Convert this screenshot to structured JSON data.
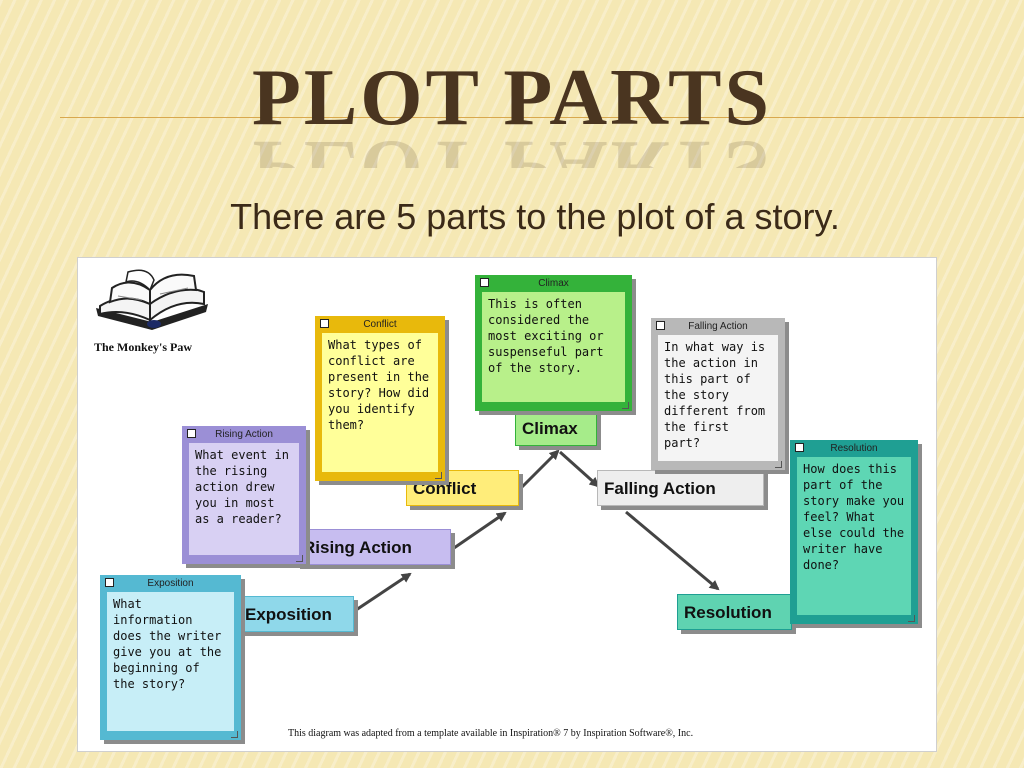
{
  "slide": {
    "title": "PLOT PARTS",
    "subtitle": "There are 5 parts to the plot of a story."
  },
  "diagram": {
    "book_caption": "The Monkey's Paw",
    "footnote": "This diagram was adapted from a template available in Inspiration® 7 by Inspiration Software®, Inc.",
    "stages": [
      {
        "label": "Exposition",
        "note_title": "Exposition",
        "note_text": "What information does the writer give you at the beginning of the story?",
        "color": "#8fd8ea",
        "note_body_color": "#c7eef7",
        "accent": "#55b9d2"
      },
      {
        "label": "Rising Action",
        "note_title": "Rising Action",
        "note_text": "What event in the rising action drew you in most as a reader?",
        "color": "#c7bdf0",
        "note_body_color": "#d8d0f3",
        "accent": "#9b8fd6"
      },
      {
        "label": "Conflict",
        "note_title": "Conflict",
        "note_text": "What types of conflict are present in the story? How did you identify them?",
        "color": "#ffed7a",
        "note_body_color": "#ffff99",
        "accent": "#e8b90c"
      },
      {
        "label": "Climax",
        "note_title": "Climax",
        "note_text": "This is often considered the most exciting or suspenseful part of the story.",
        "color": "#a6ec8a",
        "note_body_color": "#b8f08a",
        "accent": "#34b23a"
      },
      {
        "label": "Falling Action",
        "note_title": "Falling Action",
        "note_text": "In what way is the action in this part of the story different from the first part?",
        "color": "#eeeeee",
        "note_body_color": "#f4f4f4",
        "accent": "#b8b8b8"
      },
      {
        "label": "Resolution",
        "note_title": "Resolution",
        "note_text": "How does this part of the story make you feel? What else could the writer have done?",
        "color": "#5fd3b1",
        "note_body_color": "#5ed6b4",
        "accent": "#1f9f93"
      }
    ]
  }
}
